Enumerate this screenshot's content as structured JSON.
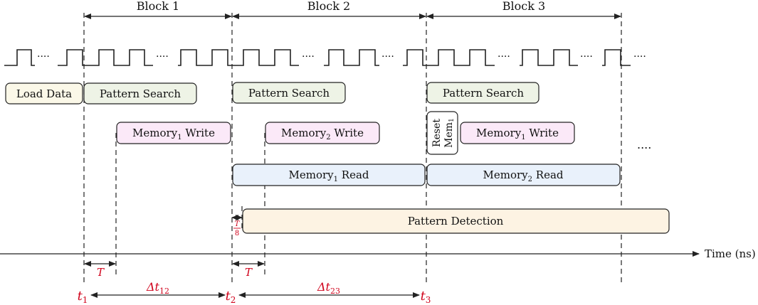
{
  "blocks": [
    {
      "label": "Block 1"
    },
    {
      "label": "Block 2"
    },
    {
      "label": "Block 3"
    }
  ],
  "ellipsis": "....",
  "tasks": {
    "load_data": "Load Data",
    "pattern_search_1": "Pattern Search",
    "pattern_search_2": "Pattern Search",
    "pattern_search_3": "Pattern Search",
    "mem1_write_a": {
      "base": "Memory",
      "sub": "1",
      "rest": " Write"
    },
    "mem2_write": {
      "base": "Memory",
      "sub": "2",
      "rest": " Write"
    },
    "mem1_write_b": {
      "base": "Memory",
      "sub": "1",
      "rest": " Write"
    },
    "reset_mem": {
      "line1": "Reset",
      "line2_base": "Mem",
      "line2_sub": "1"
    },
    "mem1_read": {
      "base": "Memory",
      "sub": "1",
      "rest": " Read"
    },
    "mem2_read": {
      "base": "Memory",
      "sub": "2",
      "rest": " Read"
    },
    "pattern_detection": "Pattern Detection",
    "trailing_ellipsis": "...."
  },
  "axis": {
    "label": "Time (ns)"
  },
  "timing": {
    "t1": {
      "base": "t",
      "sub": "1"
    },
    "t2": {
      "base": "t",
      "sub": "2"
    },
    "t3": {
      "base": "t",
      "sub": "3"
    },
    "dt12": {
      "base": "Δt",
      "sub": "12"
    },
    "dt23": {
      "base": "Δt",
      "sub": "23"
    },
    "T_a": "T",
    "T_b": "T",
    "T8_num": "T",
    "T8_den": "8"
  },
  "colors": {
    "load_data": "#fbf8e8",
    "pattern_search": "#eef3e6",
    "memory_write": "#fbe9f8",
    "memory_read": "#e9f1fb",
    "pattern_detection": "#fdf3e3",
    "reset_mem": "#ffffff",
    "annotation": "#d0021b"
  }
}
